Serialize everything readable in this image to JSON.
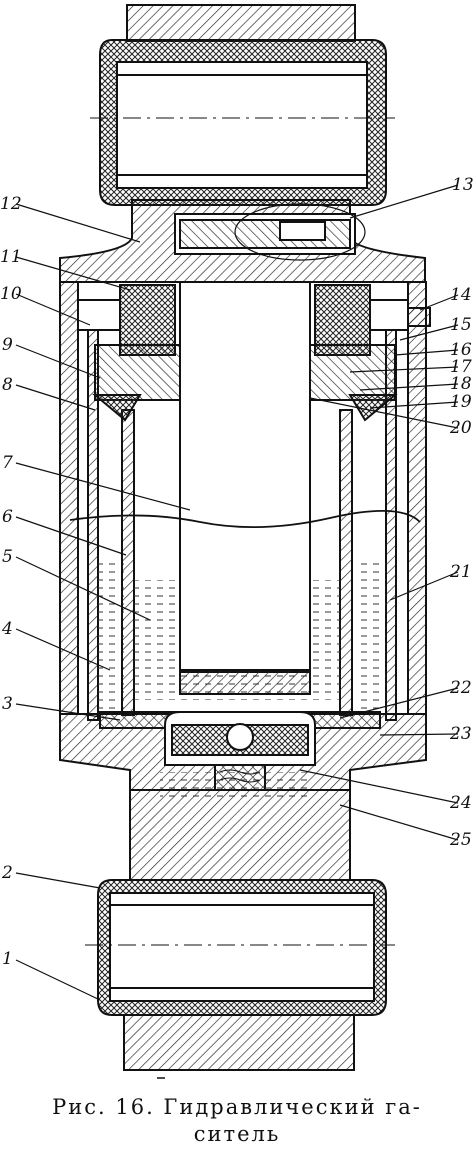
{
  "figure": {
    "caption_line1": "Рис.  16.  Гидравлический  га-",
    "caption_line2": "ситель"
  },
  "callouts": [
    "1",
    "2",
    "3",
    "4",
    "5",
    "6",
    "7",
    "8",
    "9",
    "10",
    "11",
    "12",
    "13",
    "14",
    "15",
    "16",
    "17",
    "18",
    "19",
    "20",
    "21",
    "22",
    "23",
    "24",
    "25"
  ]
}
